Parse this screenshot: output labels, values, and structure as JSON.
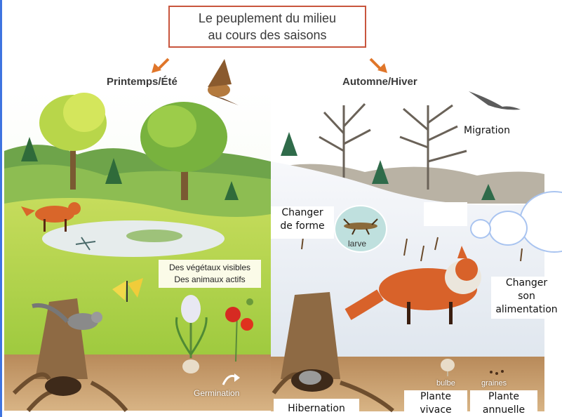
{
  "title": {
    "line1": "Le peuplement du milieu",
    "line2": "au cours des saisons"
  },
  "seasons": {
    "left": "Printemps/Été",
    "right": "Automne/Hiver"
  },
  "spring_note": {
    "line1": "Des végétaux visibles",
    "line2": "Des animaux actifs"
  },
  "spring_tags": {
    "germination": "Germination"
  },
  "winter_tags": {
    "larve": "larve",
    "bulbe": "bulbe",
    "graines": "graines"
  },
  "labels": {
    "migration": "Migration",
    "changer_forme": [
      "Changer",
      "de forme"
    ],
    "changer_alimentation": [
      "Changer",
      "son",
      "alimentation"
    ],
    "hibernation": "Hibernation",
    "plante_vivace": [
      "Plante",
      "vivace"
    ],
    "plante_annuelle": [
      "Plante",
      "annuelle"
    ]
  },
  "colors": {
    "title_border": "#c8553d",
    "arrow": "#e0762a",
    "cloud_border": "#a9c4f0",
    "left_bar": "#3f74e0"
  }
}
